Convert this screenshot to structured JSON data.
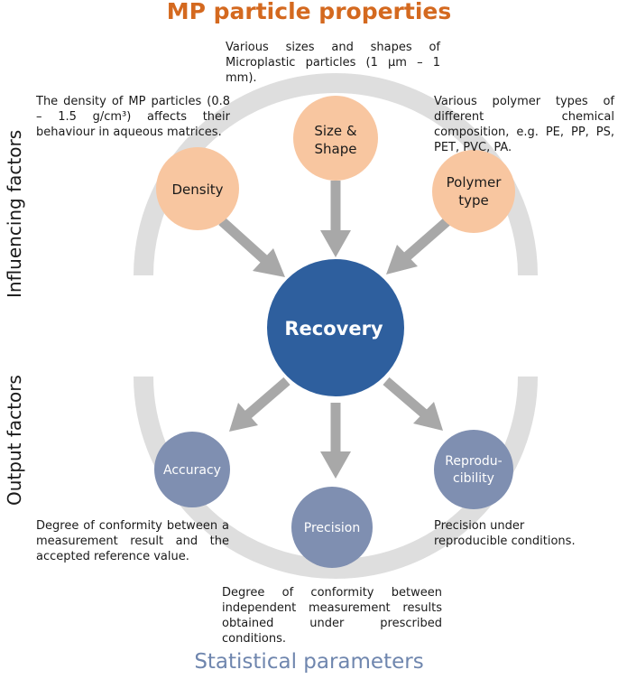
{
  "titles": {
    "top": "MP particle properties",
    "bottom": "Statistical parameters",
    "influencing": "Influencing factors",
    "output": "Output factors"
  },
  "colors": {
    "top_title": "#d4691f",
    "bottom_title": "#6f86ae",
    "input_node": "#f8c6a0",
    "output_node": "#7f8fb1",
    "center_node": "#2e5f9e",
    "ring": "#e0e0e0",
    "arrow": "#a8a8a8"
  },
  "center": {
    "label": "Recovery"
  },
  "inputs": {
    "density": {
      "label": "Density",
      "desc": "The density of MP particles (0.8 – 1.5 g/cm³) affects their behaviour in aqueous matrices."
    },
    "size_shape": {
      "label_line1": "Size &",
      "label_line2": "Shape",
      "desc": "Various sizes and shapes of Microplastic particles (1 µm – 1 mm)."
    },
    "polymer": {
      "label_line1": "Polymer",
      "label_line2": "type",
      "desc": "Various polymer types of different chemical composition, e.g. PE, PP, PS, PET, PVC, PA."
    }
  },
  "outputs": {
    "accuracy": {
      "label": "Accuracy",
      "desc": "Degree of conformity between a measurement result and the accepted reference value."
    },
    "precision": {
      "label": "Precision",
      "desc": "Degree of conformity between independent measurement results obtained under prescribed conditions."
    },
    "reproducibility": {
      "label_line1": "Reprodu-",
      "label_line2": "cibility",
      "desc": "Precision under reproducible conditions."
    }
  }
}
